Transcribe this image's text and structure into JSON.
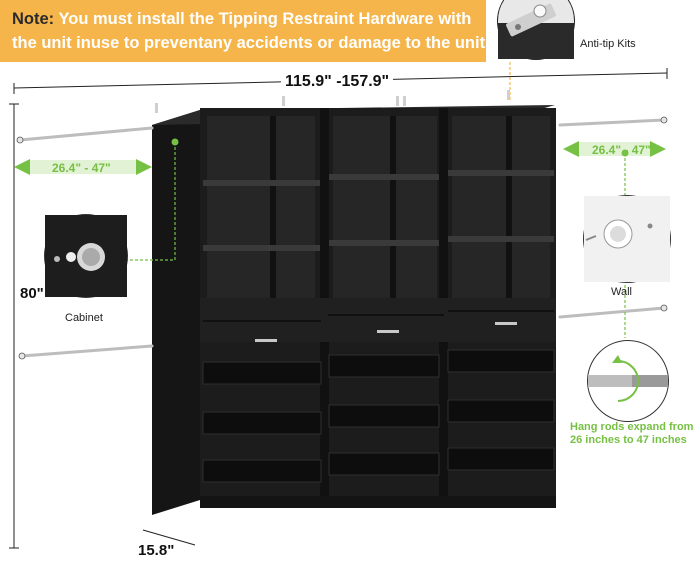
{
  "banner": {
    "note_prefix": "Note:",
    "line1_rest": " You must install the Tipping Restraint Hardware with",
    "line2": "the unit inuse to preventany accidents or damage to the unit"
  },
  "labels": {
    "anti_tip": "Anti-tip Kits",
    "cabinet": "Cabinet",
    "wall": "Wall",
    "hang_rods_line1": "Hang rods expand from",
    "hang_rods_line2": "26 inches to 47 inches"
  },
  "dimensions": {
    "width": "115.9\" -157.9\"",
    "height": "80\"",
    "depth": "15.8\"",
    "rod_left": "26.4\" - 47\"",
    "rod_right": "26.4\" - 47\""
  },
  "colors": {
    "banner": "#f6b54a",
    "accent_green": "#76c043",
    "cabinet_black": "#1c1c1c"
  }
}
